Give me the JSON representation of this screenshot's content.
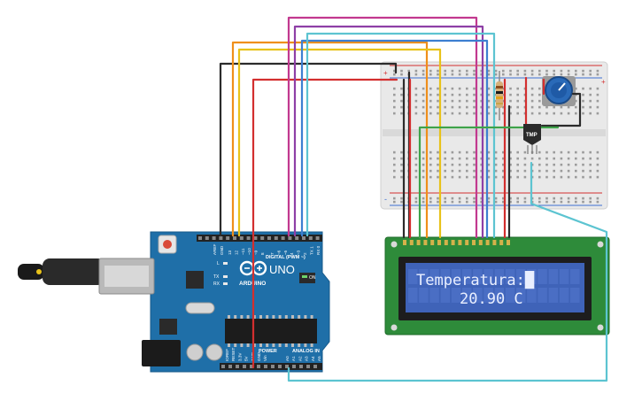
{
  "board": {
    "brand": "ARDUINO",
    "model": "UNO",
    "on_label": "ON",
    "tx_label": "TX",
    "rx_label": "RX",
    "l_label": "L",
    "digital_label": "DIGITAL (PWM ~)",
    "power_label": "POWER",
    "analog_label": "ANALOG IN",
    "aref_label": "AREF",
    "gnd_label": "GND",
    "digital_pins": [
      "13",
      "12",
      "~11",
      "~10",
      "~9",
      "8",
      "7",
      "~6",
      "~5",
      "4",
      "~3",
      "2",
      "TX 1",
      "RX 0"
    ],
    "power_pins": [
      "IOREF",
      "RESET",
      "3.3V",
      "5V",
      "GND",
      "GND",
      "Vin"
    ],
    "analog_pins": [
      "A0",
      "A1",
      "A2",
      "A3",
      "A4",
      "A5"
    ]
  },
  "sensor": {
    "label": "TMP"
  },
  "lcd": {
    "line1": "Temperatura:█",
    "line2": "20.90 C",
    "backlight_color": "#3f63b8",
    "text_color": "#e9efff"
  },
  "breadboard": {
    "plus_label": "+",
    "minus_label": "-"
  },
  "colors": {
    "wire_black": "#2b2b2b",
    "wire_red": "#d32f2f",
    "wire_orange": "#ef8f1b",
    "wire_yellow": "#e8c21a",
    "wire_purple": "#8e3fa6",
    "wire_magenta": "#c2398f",
    "wire_blue": "#3d7fd1",
    "wire_cyan": "#5cc4d1",
    "wire_green": "#3ea34a",
    "board_blue": "#1f6fa8",
    "pcb_green": "#2e8b3a"
  }
}
